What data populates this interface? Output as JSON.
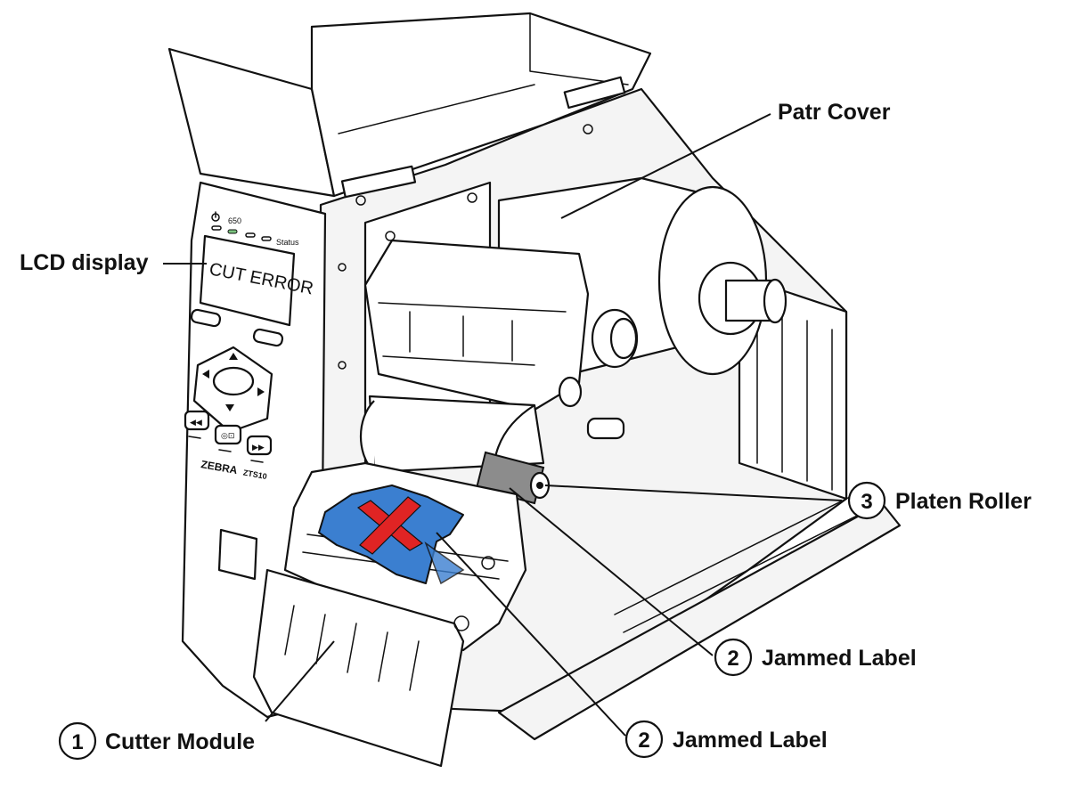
{
  "colors": {
    "label_sheet": "#3b7fd0",
    "error_cross": "#e02424",
    "roller": "#8c8c8c",
    "outline": "#111111"
  },
  "printer": {
    "brand": "ZEBRA",
    "model": "ZTS10",
    "lcd_text": "CUT ERROR",
    "indicator_labels": [
      "650",
      "Status"
    ]
  },
  "callouts": {
    "lcd_display": "LCD display",
    "part_cover": "Patr Cover",
    "platen_roller": {
      "number": "3",
      "label": "Platen Roller"
    },
    "jammed_label_upper": {
      "number": "2",
      "label": "Jammed Label"
    },
    "jammed_label_lower": {
      "number": "2",
      "label": "Jammed Label"
    },
    "cutter_module": {
      "number": "1",
      "label": "Cutter Module"
    }
  }
}
